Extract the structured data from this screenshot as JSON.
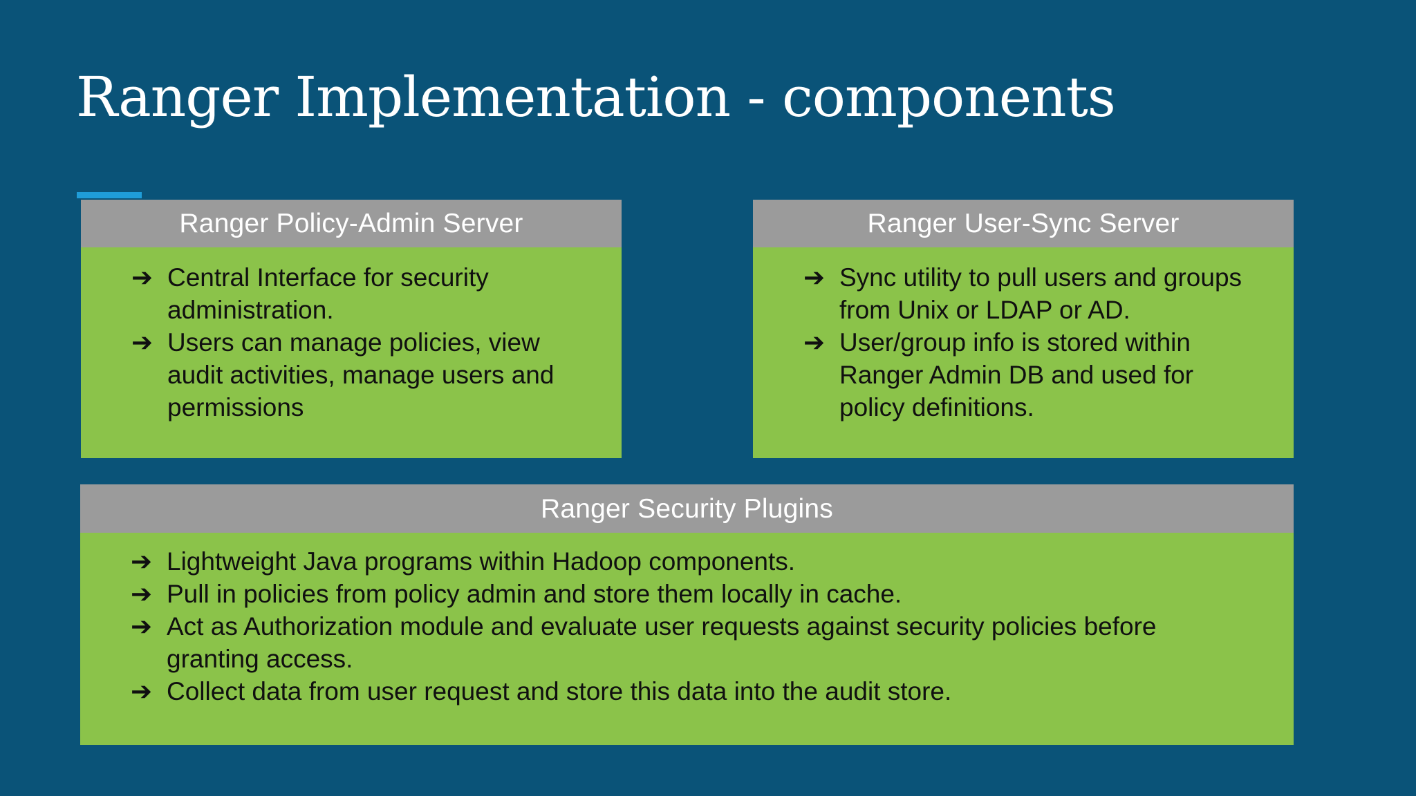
{
  "slide": {
    "title": "Ranger Implementation - components",
    "bullet_icon": "➔",
    "colors": {
      "background": "#0A5378",
      "header-bg": "#9B9B9B",
      "body-bg": "#8BC34A",
      "accent": "#1F9DD9",
      "header-text": "#FFFFFF",
      "body-text": "#101010"
    }
  },
  "boxes": [
    {
      "title": "Ranger Policy-Admin Server",
      "bullets": [
        "Central Interface for security\nadministration.",
        "Users can manage policies, view\naudit activities, manage users and\npermissions"
      ]
    },
    {
      "title": "Ranger User-Sync Server",
      "bullets": [
        "Sync utility to pull users and groups\nfrom Unix or LDAP or AD.",
        "User/group info is stored within\nRanger Admin DB and used for\npolicy definitions."
      ]
    },
    {
      "title": "Ranger Security Plugins",
      "bullets": [
        "Lightweight Java programs within Hadoop components.",
        "Pull in policies from policy admin and store them locally in cache.",
        "Act as Authorization module and evaluate user requests against security policies before\ngranting access.",
        "Collect data from user request and store this data into the audit store."
      ]
    }
  ]
}
